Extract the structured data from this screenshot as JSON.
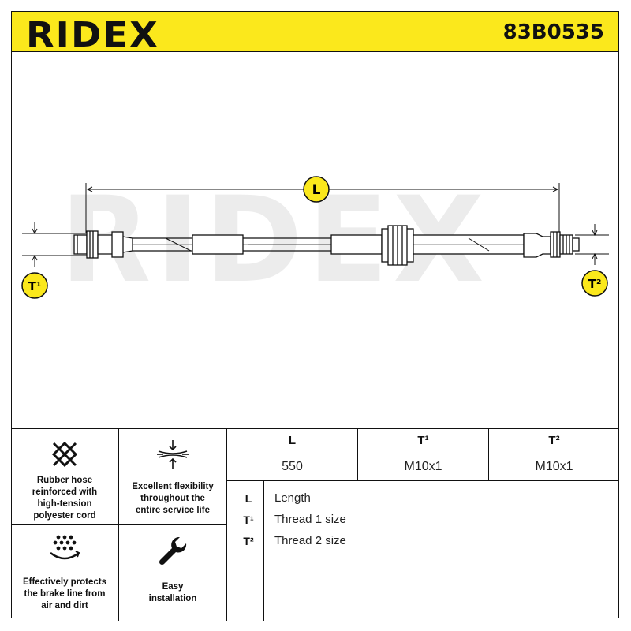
{
  "header": {
    "brand": "RIDEX",
    "part_number": "83B0535"
  },
  "drawing": {
    "watermark": "RIDEX",
    "dim_length_label": "L",
    "dim_thread1_label": "T¹",
    "dim_thread2_label": "T²"
  },
  "features": [
    {
      "icon": "woven-mesh-icon",
      "text_lines": [
        "Rubber hose",
        "reinforced with",
        "high-tension",
        "polyester cord"
      ]
    },
    {
      "icon": "flexibility-arrows-icon",
      "text_lines": [
        "Excellent flexibility",
        "throughout the",
        "entire service life"
      ]
    },
    {
      "icon": "particles-shield-icon",
      "text_lines": [
        "Effectively protects",
        "the brake line from",
        "air and dirt"
      ]
    },
    {
      "icon": "wrench-icon",
      "text_lines": [
        "Easy",
        "installation"
      ]
    }
  ],
  "spec_table": {
    "headers": [
      "L",
      "T¹",
      "T²"
    ],
    "values": [
      "550",
      "M10x1",
      "M10x1"
    ]
  },
  "legend": [
    {
      "key": "L",
      "label": "Length"
    },
    {
      "key": "T¹",
      "label": "Thread 1 size"
    },
    {
      "key": "T²",
      "label": "Thread 2 size"
    }
  ],
  "colors": {
    "brand_yellow": "#fbe81c",
    "ink": "#111111",
    "watermark": "#ececec"
  }
}
